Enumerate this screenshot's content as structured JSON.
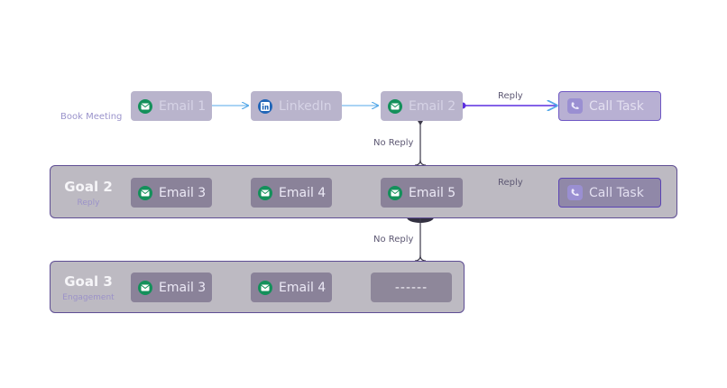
{
  "row1": {
    "label": "Book Meeting",
    "steps": [
      {
        "text": "Email 1",
        "icon": "mail-icon"
      },
      {
        "text": "LinkedIn",
        "icon": "linkedin-icon"
      },
      {
        "text": "Email 2",
        "icon": "mail-icon"
      }
    ],
    "reply_label": "Reply",
    "call": {
      "text": "Call Task",
      "icon": "call-task-icon"
    }
  },
  "connector1": {
    "label": "No Reply"
  },
  "goal2": {
    "title": "Goal 2",
    "subtitle": "Reply",
    "steps": [
      {
        "text": "Email 3",
        "icon": "mail-icon"
      },
      {
        "text": "Email 4",
        "icon": "mail-icon"
      },
      {
        "text": "Email 5",
        "icon": "mail-icon"
      }
    ],
    "reply_label": "Reply",
    "call": {
      "text": "Call Task",
      "icon": "call-task-icon"
    }
  },
  "connector2": {
    "label": "No Reply"
  },
  "goal3": {
    "title": "Goal 3",
    "subtitle": "Engagement",
    "steps": [
      {
        "text": "Email 3",
        "icon": "mail-icon"
      },
      {
        "text": "Email 4",
        "icon": "mail-icon"
      }
    ],
    "placeholder": "------"
  },
  "colors": {
    "accent": "#5b2ee0",
    "arrow": "#55a8e8",
    "email_icon": "#14905b",
    "linkedin_icon": "#2166b8"
  }
}
